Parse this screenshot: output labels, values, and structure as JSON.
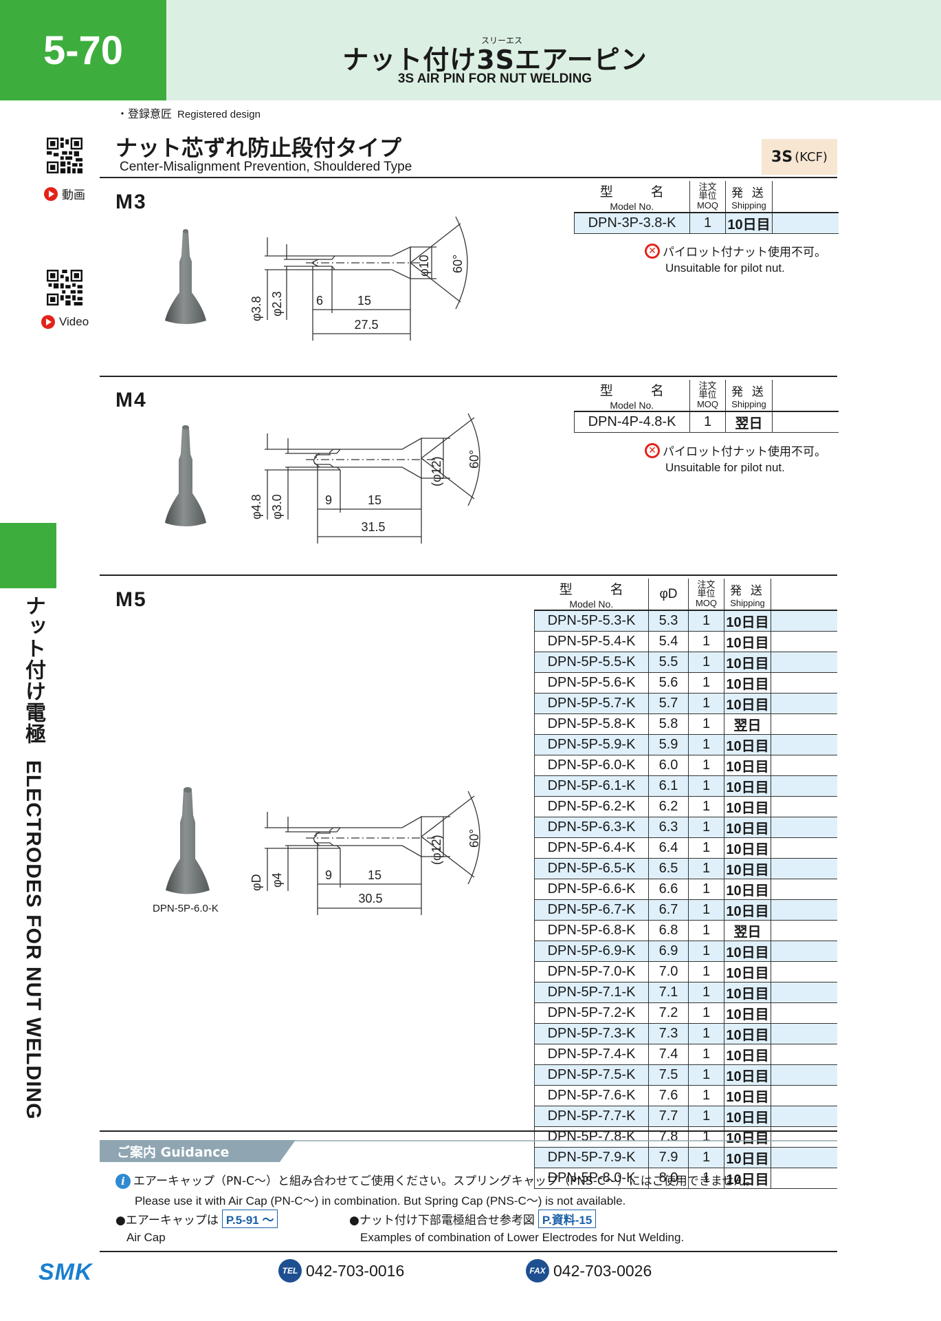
{
  "header": {
    "page_number": "5-70",
    "title": "ナット付け3Sエアーピン",
    "ruby": "スリーエス",
    "subtitle": "3S AIR PIN FOR NUT WELDING"
  },
  "registered_note": {
    "jp": "・登録意匠",
    "en": "Registered design"
  },
  "side": {
    "video_jp": "動画",
    "video_en": "Video",
    "vertical_jp": "ナット付け電極",
    "vertical_en": "ELECTRODES FOR NUT WELDING"
  },
  "section": {
    "title_jp": "ナット芯ずれ防止段付タイプ",
    "title_en": "Center-Misalignment Prevention, Shouldered Type",
    "badge": "3S",
    "badge_sub": "(KCF)"
  },
  "table_headers": {
    "model_jp": "型　名",
    "model_en": "Model No.",
    "phi_d": "φD",
    "moq_jp1": "注文",
    "moq_jp2": "単位",
    "moq_en": "MOQ",
    "ship_jp": "発 送",
    "ship_en": "Shipping"
  },
  "m3": {
    "label": "M3",
    "rows": [
      {
        "model": "DPN-3P-3.8-K",
        "moq": "1",
        "ship": "10日目"
      }
    ],
    "warn_jp": "パイロット付ナット使用不可。",
    "warn_en": "Unsuitable for pilot nut.",
    "dims": {
      "d1": "φ3.8",
      "d2": "φ2.3",
      "l1": "6",
      "l2": "15",
      "total": "27.5",
      "head": "φ10",
      "angle": "60°"
    }
  },
  "m4": {
    "label": "M4",
    "rows": [
      {
        "model": "DPN-4P-4.8-K",
        "moq": "1",
        "ship": "翌日"
      }
    ],
    "warn_jp": "パイロット付ナット使用不可。",
    "warn_en": "Unsuitable for pilot nut.",
    "dims": {
      "d1": "φ4.8",
      "d2": "φ3.0",
      "l1": "9",
      "l2": "15",
      "total": "31.5",
      "head": "(φ12)",
      "angle": "60°"
    }
  },
  "m5": {
    "label": "M5",
    "photo_caption": "DPN-5P-6.0-K",
    "dims": {
      "d1": "φD",
      "d2": "φ4",
      "l1": "9",
      "l2": "15",
      "total": "30.5",
      "head": "(φ12)",
      "angle": "60°"
    },
    "rows": [
      {
        "model": "DPN-5P-5.3-K",
        "d": "5.3",
        "moq": "1",
        "ship": "10日目"
      },
      {
        "model": "DPN-5P-5.4-K",
        "d": "5.4",
        "moq": "1",
        "ship": "10日目"
      },
      {
        "model": "DPN-5P-5.5-K",
        "d": "5.5",
        "moq": "1",
        "ship": "10日目"
      },
      {
        "model": "DPN-5P-5.6-K",
        "d": "5.6",
        "moq": "1",
        "ship": "10日目"
      },
      {
        "model": "DPN-5P-5.7-K",
        "d": "5.7",
        "moq": "1",
        "ship": "10日目"
      },
      {
        "model": "DPN-5P-5.8-K",
        "d": "5.8",
        "moq": "1",
        "ship": "翌日"
      },
      {
        "model": "DPN-5P-5.9-K",
        "d": "5.9",
        "moq": "1",
        "ship": "10日目"
      },
      {
        "model": "DPN-5P-6.0-K",
        "d": "6.0",
        "moq": "1",
        "ship": "10日目"
      },
      {
        "model": "DPN-5P-6.1-K",
        "d": "6.1",
        "moq": "1",
        "ship": "10日目"
      },
      {
        "model": "DPN-5P-6.2-K",
        "d": "6.2",
        "moq": "1",
        "ship": "10日目"
      },
      {
        "model": "DPN-5P-6.3-K",
        "d": "6.3",
        "moq": "1",
        "ship": "10日目"
      },
      {
        "model": "DPN-5P-6.4-K",
        "d": "6.4",
        "moq": "1",
        "ship": "10日目"
      },
      {
        "model": "DPN-5P-6.5-K",
        "d": "6.5",
        "moq": "1",
        "ship": "10日目"
      },
      {
        "model": "DPN-5P-6.6-K",
        "d": "6.6",
        "moq": "1",
        "ship": "10日目"
      },
      {
        "model": "DPN-5P-6.7-K",
        "d": "6.7",
        "moq": "1",
        "ship": "10日目"
      },
      {
        "model": "DPN-5P-6.8-K",
        "d": "6.8",
        "moq": "1",
        "ship": "翌日"
      },
      {
        "model": "DPN-5P-6.9-K",
        "d": "6.9",
        "moq": "1",
        "ship": "10日目"
      },
      {
        "model": "DPN-5P-7.0-K",
        "d": "7.0",
        "moq": "1",
        "ship": "10日目"
      },
      {
        "model": "DPN-5P-7.1-K",
        "d": "7.1",
        "moq": "1",
        "ship": "10日目"
      },
      {
        "model": "DPN-5P-7.2-K",
        "d": "7.2",
        "moq": "1",
        "ship": "10日目"
      },
      {
        "model": "DPN-5P-7.3-K",
        "d": "7.3",
        "moq": "1",
        "ship": "10日目"
      },
      {
        "model": "DPN-5P-7.4-K",
        "d": "7.4",
        "moq": "1",
        "ship": "10日目"
      },
      {
        "model": "DPN-5P-7.5-K",
        "d": "7.5",
        "moq": "1",
        "ship": "10日目"
      },
      {
        "model": "DPN-5P-7.6-K",
        "d": "7.6",
        "moq": "1",
        "ship": "10日目"
      },
      {
        "model": "DPN-5P-7.7-K",
        "d": "7.7",
        "moq": "1",
        "ship": "10日目"
      },
      {
        "model": "DPN-5P-7.8-K",
        "d": "7.8",
        "moq": "1",
        "ship": "10日目"
      },
      {
        "model": "DPN-5P-7.9-K",
        "d": "7.9",
        "moq": "1",
        "ship": "10日目"
      },
      {
        "model": "DPN-5P-8.0-K",
        "d": "8.0",
        "moq": "1",
        "ship": "10日目"
      }
    ]
  },
  "guidance": {
    "label": "ご案内 Guidance",
    "note_jp": "エアーキャップ（PN-C～）と組み合わせてご使用ください。スプリングキャップ（PNS-C～）にはご使用できません。",
    "note_en": "Please use it with Air Cap (PN-C～) in combination. But Spring Cap (PNS-C～) is not available.",
    "ref1_jp": "●エアーキャップは",
    "ref1_link": "P.5-91 ～",
    "ref1_en": "Air Cap",
    "ref2_jp": "●ナット付け下部電極組合せ参考図",
    "ref2_link": "P.資料-15",
    "ref2_en": "Examples of combination of Lower Electrodes for Nut Welding."
  },
  "footer": {
    "logo": "SMK",
    "tel_label": "TEL",
    "tel": "042-703-0016",
    "fax_label": "FAX",
    "fax": "042-703-0026"
  },
  "colors": {
    "green": "#3dae3d",
    "header_bg": "#dcefe3",
    "row_blue": "#dff0fa",
    "badge": "#f7e6d2",
    "guidance": "#8fa6b2"
  }
}
